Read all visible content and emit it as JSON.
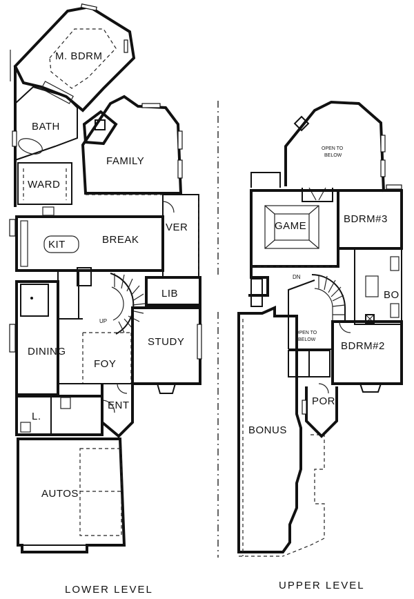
{
  "lower_level": {
    "caption": "LOWER LEVEL",
    "rooms": {
      "m_bdrm": "M. BDRM",
      "bath": "BATH",
      "ward": "WARD",
      "family": "FAMILY",
      "kit": "KIT",
      "break": "BREAK",
      "ver": "VER",
      "lib": "LIB",
      "up": "UP",
      "dining": "DINING",
      "foy": "FOY",
      "study": "STUDY",
      "ent": "ENT",
      "l": "L.",
      "autos": "AUTOS"
    }
  },
  "upper_level": {
    "caption": "UPPER LEVEL",
    "rooms": {
      "open_to_below_top_1": "OPEN TO",
      "open_to_below_top_2": "BELOW",
      "game": "GAME",
      "bdrm3": "BDRM#3",
      "dn": "DN",
      "bo": "BO",
      "open_to_below_1": "OPEN TO",
      "open_to_below_2": "BELOW",
      "bdrm2": "BDRM#2",
      "por": "POR",
      "bonus": "BONUS"
    }
  }
}
